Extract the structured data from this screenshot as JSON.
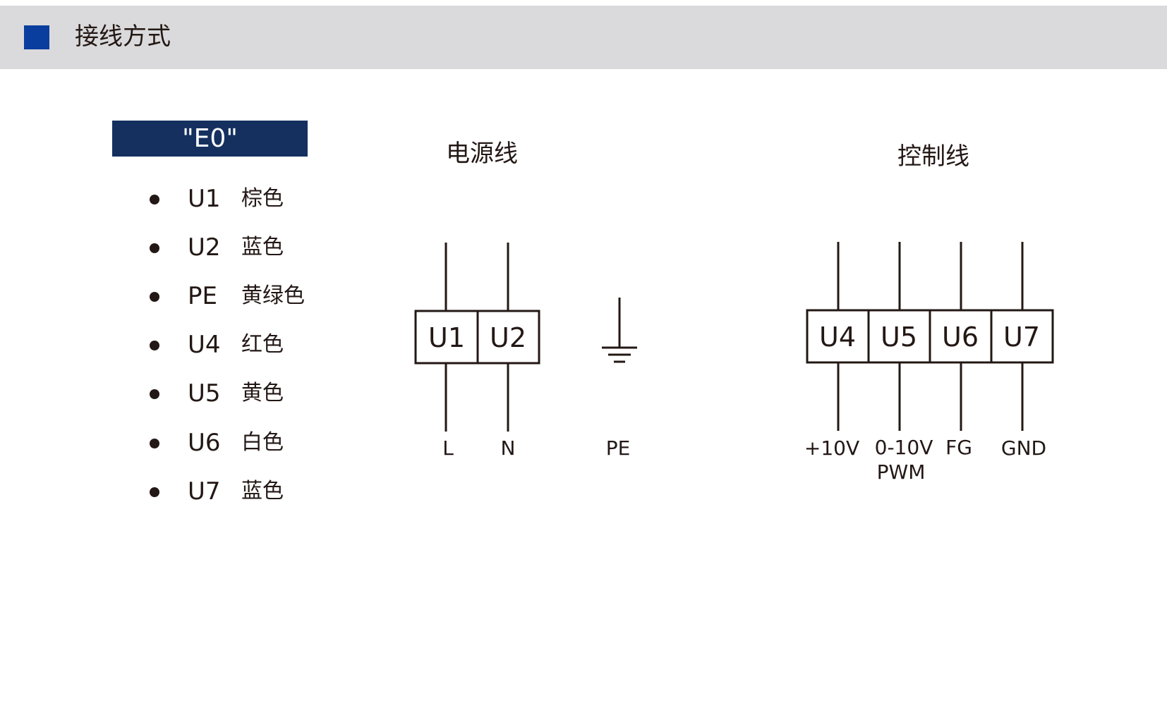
{
  "header": {
    "title": "接线方式",
    "accent_color": "#0a3e9e"
  },
  "model_badge": "\"E0\"",
  "legend": [
    {
      "code": "U1",
      "color": "棕色"
    },
    {
      "code": "U2",
      "color": "蓝色"
    },
    {
      "code": "PE",
      "color": "黄绿色"
    },
    {
      "code": "U4",
      "color": "红色"
    },
    {
      "code": "U5",
      "color": "黄色"
    },
    {
      "code": "U6",
      "color": "白色"
    },
    {
      "code": "U7",
      "color": "蓝色"
    }
  ],
  "power": {
    "title": "电源线",
    "terminals": [
      "U1",
      "U2"
    ],
    "labels": [
      "L",
      "N"
    ],
    "ground_label": "PE",
    "ground_icon": "ground-icon"
  },
  "control": {
    "title": "控制线",
    "terminals": [
      "U4",
      "U5",
      "U6",
      "U7"
    ],
    "labels": [
      "+10V",
      "0-10V",
      "FG",
      "GND"
    ],
    "label_sub": "PWM"
  }
}
